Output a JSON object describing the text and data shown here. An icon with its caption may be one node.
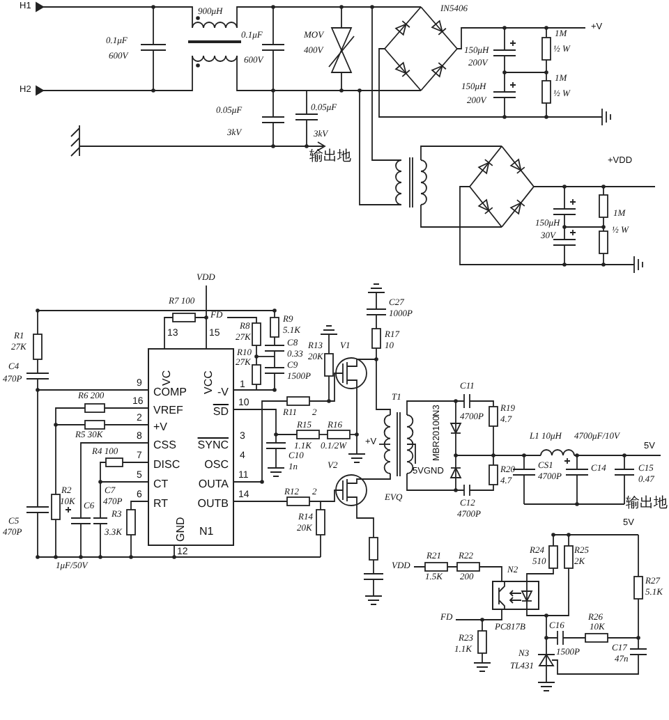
{
  "diagram": {
    "nodes": [
      {
        "text": [
          "VC",
          "VCC",
          "COMP",
          "-V",
          "VREF",
          "+V",
          "SD",
          "CSS",
          "SYNC",
          "DISC",
          "OSC",
          "CT",
          "OUTA",
          "RT",
          "GND",
          "OUTB",
          "N1"
        ],
        "beside": [
          "13",
          "15",
          "9",
          "1",
          "16",
          "2",
          "10",
          "8",
          "3",
          "7",
          "4",
          "5",
          "11",
          "6",
          "14",
          "12"
        ]
      },
      {
        "text": [],
        "shape": "box",
        "beside": [
          "N2",
          "PC817B"
        ]
      }
    ],
    "labels": [
      "H1",
      "H2",
      "0.1μF",
      "600V",
      "900μH",
      "0.1μF",
      "600V",
      "MOV",
      "400V",
      "IN5406",
      "+V",
      "150μH",
      "200V",
      "1M",
      "½ W",
      "150μH",
      "200V",
      "1M",
      "½ W",
      "0.05μF",
      "3kV",
      "0.05μF",
      "3kV",
      "输出地",
      "+VDD",
      "150μH",
      "30V",
      "1M",
      "½ W",
      "VDD",
      "R7 100",
      "FD",
      "R8",
      "27K",
      "R9",
      "5.1K",
      "C8",
      "R13",
      "R10",
      "0.33",
      "20K",
      "27K",
      "C9",
      "1500P",
      "R1",
      "27K",
      "C4",
      "470P",
      "R6 200",
      "R5 30K",
      "R4 100",
      "C7",
      "470P",
      "R2",
      "10K",
      "C6",
      "1μF/50V",
      "C5",
      "470P",
      "R3",
      "3.3K",
      "R11",
      "2",
      "R15",
      "1.1K",
      "R16",
      "0.1/2W",
      "C10",
      "1n",
      "R12",
      "2",
      "R14",
      "20K",
      "V1",
      "V2",
      "C27",
      "1000P",
      "R17",
      "10",
      "T1",
      "+V",
      "5VGND",
      "EVQ",
      "N3",
      "MBR20100",
      "C11",
      "4700P",
      "R19",
      "4.7",
      "L1 10μH",
      "4700μF/10V",
      "5V",
      "CS1",
      "4700P",
      "C14",
      "C15",
      "0.47",
      "R20",
      "4.7",
      "C12",
      "4700P",
      "输出地",
      "5V",
      "R24",
      "510",
      "R25",
      "2K",
      "R27",
      "5.1K",
      "VDD",
      "R21",
      "1.5K",
      "R22",
      "200",
      "FD",
      "R26",
      "C16",
      "10K",
      "R23",
      "1.1K",
      "1500P",
      "C17",
      "N3",
      "47n",
      "TL431"
    ]
  }
}
